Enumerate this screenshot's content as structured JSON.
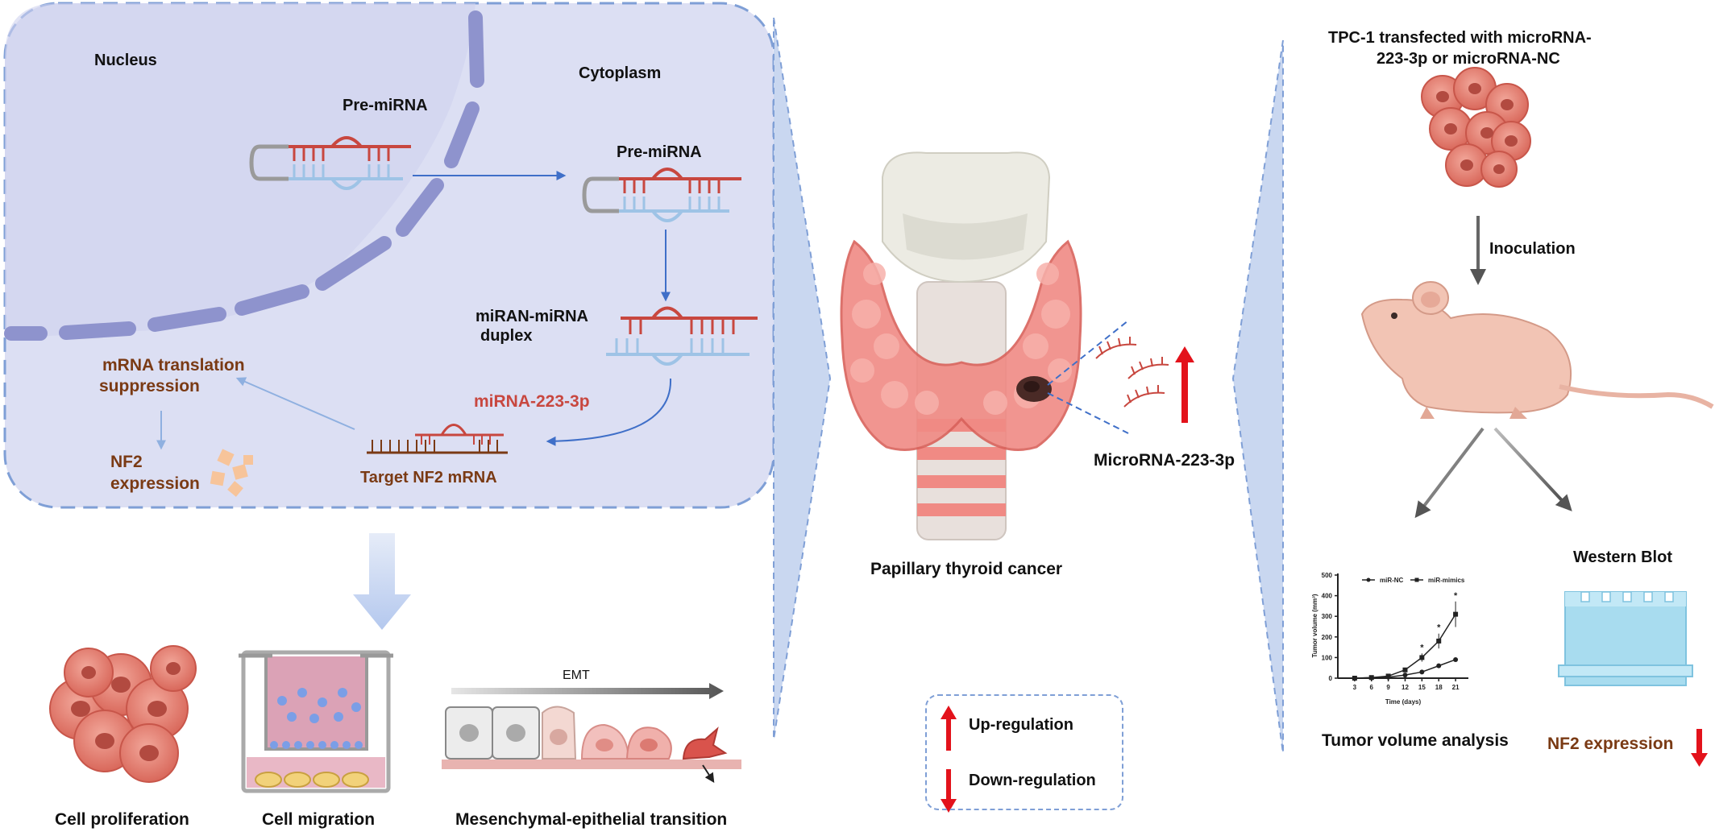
{
  "nucleus_label": "Nucleus",
  "cytoplasm_label": "Cytoplasm",
  "pre_mirna_nucleus_label": "Pre-miRNA",
  "pre_mirna_cytoplasm_label": "Pre-miRNA",
  "duplex_label_line1": "miRAN-miRNA",
  "duplex_label_line2": "duplex",
  "mirna_223_label": "miRNA-223-3p",
  "target_label": "Target NF2 mRNA",
  "translation_label_line1": "mRNA translation",
  "translation_label_line2": "suppression",
  "nf2_label_line1": "NF2",
  "nf2_label_line2": "expression",
  "cell_proliferation_label": "Cell proliferation",
  "cell_migration_label": "Cell migration",
  "emt_label": "EMT",
  "met_label": "Mesenchymal-epithelial transition",
  "ptc_label": "Papillary thyroid cancer",
  "microrna_label": "MicroRNA-223-3p",
  "legend": {
    "up_label": "Up-regulation",
    "down_label": "Down-regulation",
    "up_color": "#e3121b",
    "down_color": "#e3121b"
  },
  "tpc_label_line1": "TPC-1 transfected with microRNA-",
  "tpc_label_line2": "223-3p or microRNA-NC",
  "inoculation_label": "Inoculation",
  "western_blot_label": "Western Blot",
  "tumor_volume_label": "Tumor volume analysis",
  "nf2_expression_right_label": "NF2 expression",
  "colors": {
    "nucleus_fill": "#dcdff3",
    "dash_blue": "#7f9fd6",
    "membrane": "#8e93cd",
    "rna_red": "#c8473f",
    "rna_blue": "#9ec3e6",
    "arrow_blue": "#3f6fc8",
    "brown_text": "#7a3a14",
    "thyroid_pink": "#f08a84",
    "blot_blue": "#a8dcef"
  },
  "chart_data": {
    "type": "line",
    "x": [
      3,
      6,
      9,
      12,
      15,
      18,
      21
    ],
    "xlabel": "Time (days)",
    "ylabel": "Tumor volume (mm³)",
    "ylim": [
      0,
      500
    ],
    "yticks": [
      0,
      100,
      200,
      300,
      400,
      500
    ],
    "series": [
      {
        "name": "miR-NC",
        "marker": "circle",
        "values": [
          0,
          2,
          5,
          15,
          30,
          60,
          90
        ]
      },
      {
        "name": "miR-mimics",
        "marker": "square",
        "values": [
          0,
          3,
          10,
          40,
          100,
          180,
          310
        ]
      }
    ],
    "annotations": [
      {
        "x": 15,
        "text": "*"
      },
      {
        "x": 18,
        "text": "*"
      },
      {
        "x": 21,
        "text": "*"
      }
    ]
  }
}
